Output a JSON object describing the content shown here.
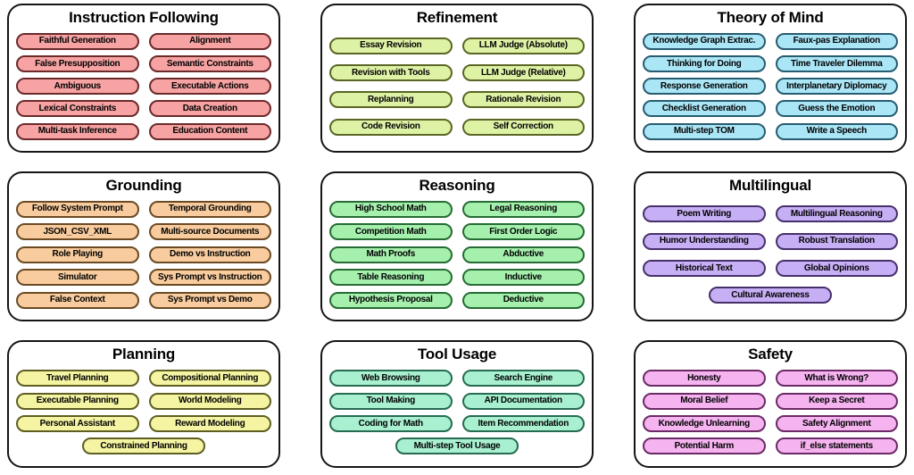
{
  "page": {
    "background": "#ffffff",
    "outline_color": "#151515"
  },
  "categories": [
    {
      "name": "Instruction Following",
      "fill": "#F7A3A3",
      "border": "#6B2929",
      "items": [
        "Faithful Generation",
        "Alignment",
        "False Presupposition",
        "Semantic Constraints",
        "Ambiguous",
        "Executable Actions",
        "Lexical Constraints",
        "Data Creation",
        "Multi-task Inference",
        "Education Content"
      ]
    },
    {
      "name": "Refinement",
      "fill": "#DEF2A6",
      "border": "#5A6623",
      "items": [
        "Essay Revision",
        "LLM Judge (Absolute)",
        "Revision with Tools",
        "LLM Judge (Relative)",
        "Replanning",
        "Rationale Revision",
        "Code Revision",
        "Self Correction"
      ]
    },
    {
      "name": "Theory of Mind",
      "fill": "#ABE6F7",
      "border": "#265C70",
      "items": [
        "Knowledge Graph Extrac.",
        "Faux-pas Explanation",
        "Thinking for Doing",
        "Time Traveler Dilemma",
        "Response Generation",
        "Interplanetary Diplomacy",
        "Checklist Generation",
        "Guess the Emotion",
        "Multi-step TOM",
        "Write a Speech"
      ]
    },
    {
      "name": "Grounding",
      "fill": "#F8CC9E",
      "border": "#6B4A23",
      "items": [
        "Follow System Prompt",
        "Temporal Grounding",
        "JSON_CSV_XML",
        "Multi-source Documents",
        "Role Playing",
        "Demo vs Instruction",
        "Simulator",
        "Sys Prompt vs Instruction",
        "False Context",
        "Sys Prompt vs Demo"
      ]
    },
    {
      "name": "Reasoning",
      "fill": "#A6F0AE",
      "border": "#266B33",
      "items": [
        "High School Math",
        "Legal Reasoning",
        "Competition Math",
        "First Order Logic",
        "Math Proofs",
        "Abductive",
        "Table Reasoning",
        "Inductive",
        "Hypothesis Proposal",
        "Deductive"
      ]
    },
    {
      "name": "Multilingual",
      "fill": "#C7AFF5",
      "border": "#46306B",
      "items": [
        "Poem Writing",
        "Multilingual Reasoning",
        "Humor Understanding",
        "Robust Translation",
        "Historical Text",
        "Global Opinions",
        "Cultural Awareness"
      ]
    },
    {
      "name": "Planning",
      "fill": "#F4F4A3",
      "border": "#5E5E22",
      "items": [
        "Travel Planning",
        "Compositional Planning",
        "Executable Planning",
        "World Modeling",
        "Personal Assistant",
        "Reward Modeling",
        "Constrained Planning"
      ]
    },
    {
      "name": "Tool Usage",
      "fill": "#A8F0D0",
      "border": "#266B52",
      "items": [
        "Web Browsing",
        "Search Engine",
        "Tool Making",
        "API Documentation",
        "Coding for Math",
        "Item Recommendation",
        "Multi-step Tool Usage"
      ]
    },
    {
      "name": "Safety",
      "fill": "#F5B3F0",
      "border": "#6B2966",
      "items": [
        "Honesty",
        "What is Wrong?",
        "Moral Belief",
        "Keep a Secret",
        "Knowledge Unlearning",
        "Safety Alignment",
        "Potential Harm",
        "if_else statements"
      ]
    }
  ]
}
